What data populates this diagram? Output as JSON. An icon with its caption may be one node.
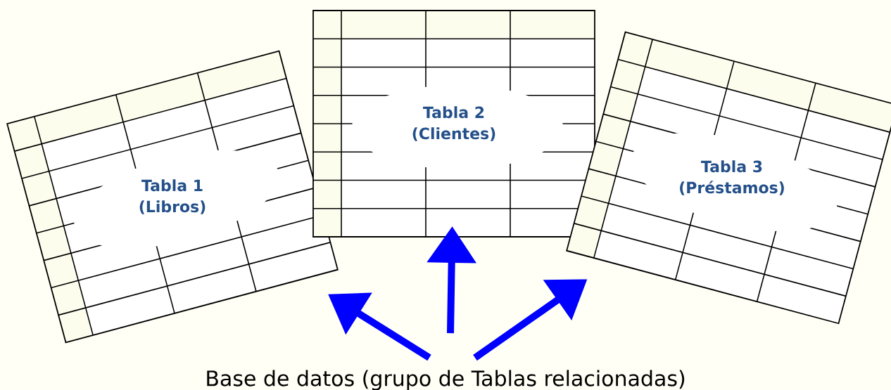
{
  "diagram": {
    "nodes": [
      {
        "text": [
          "Tabla 1 (Libros)"
        ]
      },
      {
        "text": [
          "Tabla 2 (Clientes)"
        ]
      },
      {
        "text": [
          "Tabla 3 (Préstamos)"
        ]
      },
      {
        "text": [
          "Base de datos (grupo de Tablas relacionadas)"
        ]
      }
    ],
    "edges": [
      {
        "from": 3,
        "to": 0,
        "arrow": "to"
      },
      {
        "from": 3,
        "to": 1,
        "arrow": "to"
      },
      {
        "from": 3,
        "to": 2,
        "arrow": "to"
      }
    ]
  }
}
